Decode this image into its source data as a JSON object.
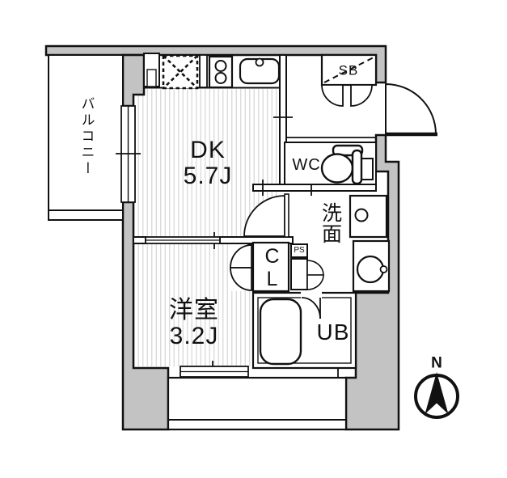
{
  "plan": {
    "type": "apartment-floor-plan",
    "rooms": [
      {
        "id": "balcony_west",
        "label": "バルコニー",
        "size": ""
      },
      {
        "id": "dining_kitchen",
        "label": "DK",
        "size": "5.7J"
      },
      {
        "id": "western_room",
        "label": "洋室",
        "size": "3.2J"
      },
      {
        "id": "wc",
        "label": "WC",
        "size": ""
      },
      {
        "id": "washroom",
        "label": "洗面",
        "size": ""
      },
      {
        "id": "closet",
        "label": "CL",
        "size": ""
      },
      {
        "id": "pipe_space",
        "label": "PS",
        "size": ""
      },
      {
        "id": "unit_bath",
        "label": "UB",
        "size": ""
      },
      {
        "id": "shoe_box",
        "label": "SB",
        "size": ""
      }
    ],
    "compass": {
      "label": "N"
    },
    "fixtures": [
      "kitchen-sink",
      "two-burner-stove",
      "refrigerator-space",
      "toilet",
      "washing-machine-pan",
      "round-basin",
      "bathtub"
    ],
    "colors": {
      "wall_fill": "#c3c3c3",
      "line": "#111111",
      "floor_stripe": "#d6d6d6",
      "background": "#ffffff"
    }
  }
}
